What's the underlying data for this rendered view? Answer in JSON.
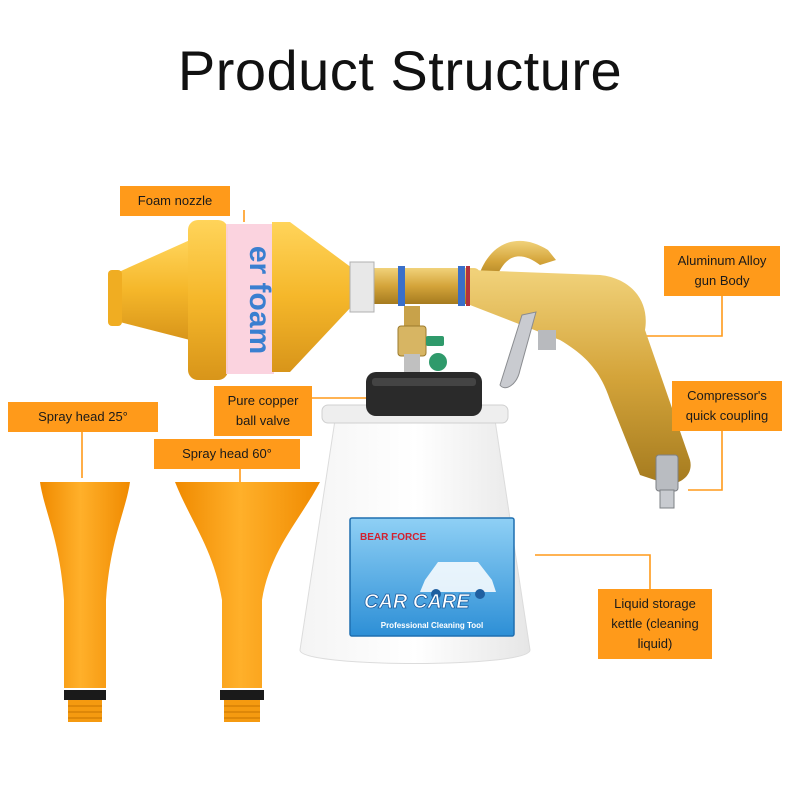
{
  "title": "Product Structure",
  "callouts": {
    "foam_nozzle": "Foam nozzle",
    "aluminum_body": "Aluminum Alloy gun Body",
    "copper_valve": "Pure copper ball valve",
    "compressor_coupling": "Compressor's quick coupling",
    "spray_head_25": "Spray head 25°",
    "spray_head_60": "Spray head 60°",
    "kettle": "Liquid storage kettle (cleaning liquid)"
  },
  "product_text": {
    "foam_label": "er foam",
    "brand": "BEAR FORCE",
    "car_care": "CAR CARE",
    "tagline": "Professional Cleaning Tool"
  },
  "colors": {
    "callout_bg": "#ff9a1a",
    "gun_gold": "#d4a43a",
    "nozzle_yellow": "#f5b72a",
    "spray_orange": "#fb9a12"
  }
}
